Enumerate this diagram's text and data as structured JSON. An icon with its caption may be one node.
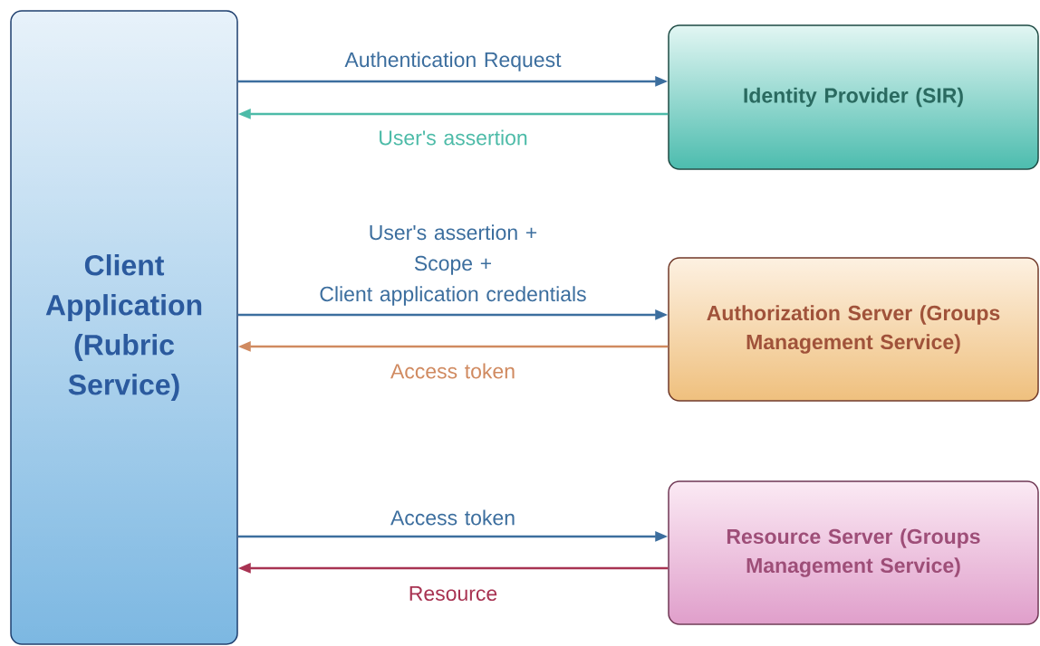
{
  "diagram": {
    "nodes": [
      {
        "text": [
          "Client Application (Rubric Service)"
        ]
      },
      {
        "text": [
          "Identity Provider (SIR)"
        ]
      },
      {
        "text": [
          "Authorization Server (Groups Management Service)"
        ]
      },
      {
        "text": [
          "Resource Server (Groups Management Service)"
        ]
      }
    ],
    "edges": [
      {
        "from": 0,
        "to": 1,
        "arrow": "to",
        "label": "Authentication Request"
      },
      {
        "from": 1,
        "to": 0,
        "arrow": "to",
        "label": "User's assertion",
        "color": "#4dbba8"
      },
      {
        "from": 0,
        "to": 2,
        "arrow": "to",
        "label": "User's assertion + Scope + Client application credentials"
      },
      {
        "from": 2,
        "to": 0,
        "arrow": "to",
        "label": "Access token",
        "color": "#d08a60"
      },
      {
        "from": 0,
        "to": 3,
        "arrow": "to",
        "label": "Access token"
      },
      {
        "from": 3,
        "to": 0,
        "arrow": "to",
        "label": "Resource",
        "color": "#a83352"
      }
    ]
  }
}
